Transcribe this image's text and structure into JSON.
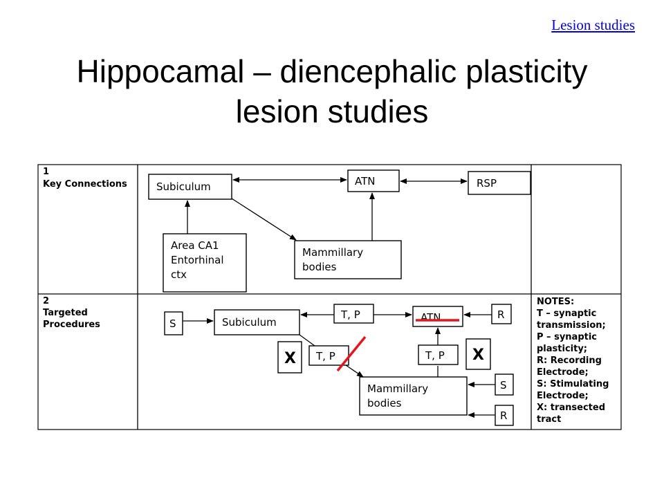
{
  "top_link": "Lesion studies",
  "title": {
    "line1": "Hippocamal – diencephalic plasticity",
    "line2": "lesion studies"
  },
  "diagram": {
    "row1": {
      "number": "1",
      "heading": "Key Connections",
      "boxes": {
        "subiculum": "Subiculum",
        "atn": "ATN",
        "rsp": "RSP",
        "ca1": [
          "Area CA1",
          "Entorhinal",
          "ctx"
        ],
        "mammillary": [
          "Mammillary",
          "bodies"
        ]
      }
    },
    "row2": {
      "number": "2",
      "heading": "Targeted Procedures",
      "boxes": {
        "s_left": "S",
        "subiculum": "Subiculum",
        "tp_top": "T, P",
        "atn": "ATN",
        "r_top": "R",
        "x_left": "X",
        "tp_left": "T, P",
        "tp_right": "T, P",
        "x_right": "X",
        "mammillary": [
          "Mammillary",
          "bodies"
        ],
        "s_right": "S",
        "r_bottom": "R"
      },
      "notes": [
        "NOTES:",
        "T – synaptic",
        "transmission;",
        "P – synaptic",
        "plasticity;",
        "R: Recording",
        "Electrode;",
        "S: Stimulating",
        "Electrode;",
        "X: transected",
        "tract"
      ]
    }
  },
  "colors": {
    "lesion_mark": "#e8141b",
    "link": "#0000ee"
  }
}
